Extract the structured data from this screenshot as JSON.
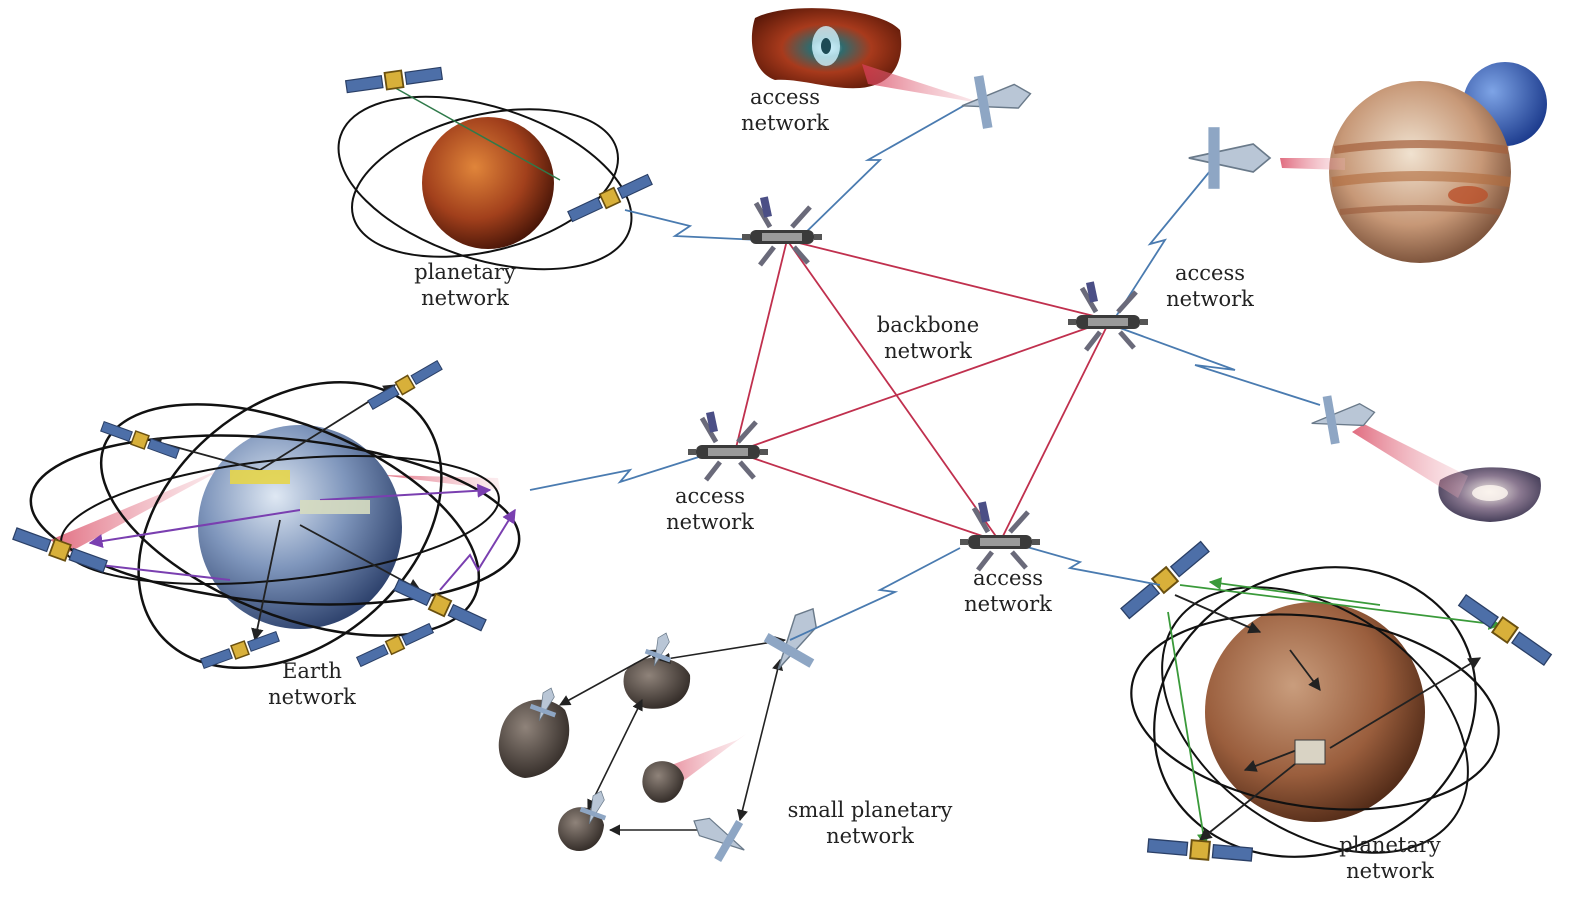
{
  "labels": {
    "access_top": [
      "access",
      "network"
    ],
    "planetary_venus": [
      "planetary",
      "network"
    ],
    "backbone": [
      "backbone",
      "network"
    ],
    "access_right": [
      "access",
      "network"
    ],
    "access_center": [
      "access",
      "network"
    ],
    "access_bottom": [
      "access",
      "network"
    ],
    "earth": [
      "Earth",
      "network"
    ],
    "small_planetary": [
      "small planetary",
      "network"
    ],
    "planetary_mars": [
      "planetary",
      "network"
    ]
  },
  "colors": {
    "backbone_link": "#c0304e",
    "access_link": "#4a7bb0",
    "relay_link": "#222222",
    "earth_link": "#7a3fb0",
    "mars_green_link": "#3a9a3a",
    "beam": "#e05a6e"
  },
  "icons": {
    "relay_satellite": "relay-satellite-icon",
    "orbiter": "orbiter-icon",
    "probe": "probe-icon",
    "lander": "lander-icon",
    "asteroid": "asteroid-icon"
  }
}
